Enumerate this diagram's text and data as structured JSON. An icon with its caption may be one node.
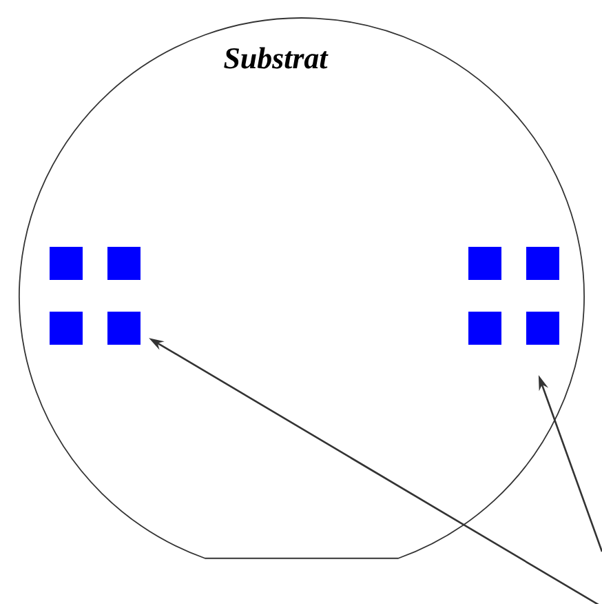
{
  "diagram": {
    "nodes": [
      {
        "text": [
          "Substrat"
        ]
      },
      {
        "text": [],
        "shape": "box",
        "in": 0
      },
      {
        "text": [],
        "shape": "box",
        "in": 0
      }
    ],
    "edges": [
      {
        "from": null,
        "to": 1,
        "arrow": "to"
      },
      {
        "from": null,
        "to": 2,
        "arrow": "to"
      }
    ]
  }
}
